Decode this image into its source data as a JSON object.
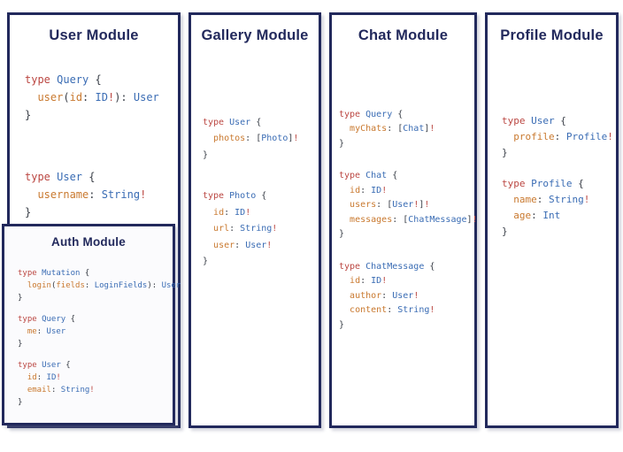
{
  "palette": {
    "navy": "#22295c",
    "keyword_red": "#bb4742",
    "type_blue": "#3a6cb4",
    "field_orange": "#c9792f",
    "punctuation_dark": "#3b4049"
  },
  "modules": [
    {
      "key": "user",
      "title": "User Module",
      "blocks": [
        [
          [
            [
              "kw",
              "type "
            ],
            [
              "ty",
              "Query "
            ],
            [
              "pu",
              "{"
            ]
          ],
          [
            [
              "pu",
              "  "
            ],
            [
              "fl",
              "user"
            ],
            [
              "pu",
              "("
            ],
            [
              "fl",
              "id"
            ],
            [
              "pu",
              ": "
            ],
            [
              "ty",
              "ID"
            ],
            [
              "kw",
              "!"
            ],
            [
              "pu",
              "): "
            ],
            [
              "ty",
              "User"
            ]
          ],
          [
            [
              "pu",
              "}"
            ]
          ]
        ],
        [
          [
            [
              "kw",
              "type "
            ],
            [
              "ty",
              "User "
            ],
            [
              "pu",
              "{"
            ]
          ],
          [
            [
              "pu",
              "  "
            ],
            [
              "fl",
              "username"
            ],
            [
              "pu",
              ": "
            ],
            [
              "ty",
              "String"
            ],
            [
              "kw",
              "!"
            ]
          ],
          [
            [
              "pu",
              "}"
            ]
          ]
        ]
      ]
    },
    {
      "key": "auth",
      "title": "Auth Module",
      "blocks": [
        [
          [
            [
              "kw",
              "type "
            ],
            [
              "ty",
              "Mutation "
            ],
            [
              "pu",
              "{"
            ]
          ],
          [
            [
              "pu",
              "  "
            ],
            [
              "fl",
              "login"
            ],
            [
              "pu",
              "("
            ],
            [
              "fl",
              "fields"
            ],
            [
              "pu",
              ": "
            ],
            [
              "ty",
              "LoginFields"
            ],
            [
              "pu",
              "): "
            ],
            [
              "ty",
              "User"
            ]
          ],
          [
            [
              "pu",
              "}"
            ]
          ]
        ],
        [
          [
            [
              "kw",
              "type "
            ],
            [
              "ty",
              "Query "
            ],
            [
              "pu",
              "{"
            ]
          ],
          [
            [
              "pu",
              "  "
            ],
            [
              "fl",
              "me"
            ],
            [
              "pu",
              ": "
            ],
            [
              "ty",
              "User"
            ]
          ],
          [
            [
              "pu",
              "}"
            ]
          ]
        ],
        [
          [
            [
              "kw",
              "type "
            ],
            [
              "ty",
              "User "
            ],
            [
              "pu",
              "{"
            ]
          ],
          [
            [
              "pu",
              "  "
            ],
            [
              "fl",
              "id"
            ],
            [
              "pu",
              ": "
            ],
            [
              "ty",
              "ID"
            ],
            [
              "kw",
              "!"
            ]
          ],
          [
            [
              "pu",
              "  "
            ],
            [
              "fl",
              "email"
            ],
            [
              "pu",
              ": "
            ],
            [
              "ty",
              "String"
            ],
            [
              "kw",
              "!"
            ]
          ],
          [
            [
              "pu",
              "}"
            ]
          ]
        ]
      ]
    },
    {
      "key": "gallery",
      "title": "Gallery Module",
      "blocks": [
        [
          [
            [
              "kw",
              "type "
            ],
            [
              "ty",
              "User "
            ],
            [
              "pu",
              "{"
            ]
          ],
          [
            [
              "pu",
              "  "
            ],
            [
              "fl",
              "photos"
            ],
            [
              "pu",
              ": ["
            ],
            [
              "ty",
              "Photo"
            ],
            [
              "pu",
              "]"
            ],
            [
              "kw",
              "!"
            ]
          ],
          [
            [
              "pu",
              "}"
            ]
          ]
        ],
        [
          [
            [
              "kw",
              "type "
            ],
            [
              "ty",
              "Photo "
            ],
            [
              "pu",
              "{"
            ]
          ],
          [
            [
              "pu",
              "  "
            ],
            [
              "fl",
              "id"
            ],
            [
              "pu",
              ": "
            ],
            [
              "ty",
              "ID"
            ],
            [
              "kw",
              "!"
            ]
          ],
          [
            [
              "pu",
              "  "
            ],
            [
              "fl",
              "url"
            ],
            [
              "pu",
              ": "
            ],
            [
              "ty",
              "String"
            ],
            [
              "kw",
              "!"
            ]
          ],
          [
            [
              "pu",
              "  "
            ],
            [
              "fl",
              "user"
            ],
            [
              "pu",
              ": "
            ],
            [
              "ty",
              "User"
            ],
            [
              "kw",
              "!"
            ]
          ],
          [
            [
              "pu",
              "}"
            ]
          ]
        ]
      ]
    },
    {
      "key": "chat",
      "title": "Chat Module",
      "blocks": [
        [
          [
            [
              "kw",
              "type "
            ],
            [
              "ty",
              "Query "
            ],
            [
              "pu",
              "{"
            ]
          ],
          [
            [
              "pu",
              "  "
            ],
            [
              "fl",
              "myChats"
            ],
            [
              "pu",
              ": ["
            ],
            [
              "ty",
              "Chat"
            ],
            [
              "pu",
              "]"
            ],
            [
              "kw",
              "!"
            ]
          ],
          [
            [
              "pu",
              "}"
            ]
          ]
        ],
        [
          [
            [
              "kw",
              "type "
            ],
            [
              "ty",
              "Chat "
            ],
            [
              "pu",
              "{"
            ]
          ],
          [
            [
              "pu",
              "  "
            ],
            [
              "fl",
              "id"
            ],
            [
              "pu",
              ": "
            ],
            [
              "ty",
              "ID"
            ],
            [
              "kw",
              "!"
            ]
          ],
          [
            [
              "pu",
              "  "
            ],
            [
              "fl",
              "users"
            ],
            [
              "pu",
              ": ["
            ],
            [
              "ty",
              "User"
            ],
            [
              "kw",
              "!"
            ],
            [
              "pu",
              "]"
            ],
            [
              "kw",
              "!"
            ]
          ],
          [
            [
              "pu",
              "  "
            ],
            [
              "fl",
              "messages"
            ],
            [
              "pu",
              ": ["
            ],
            [
              "ty",
              "ChatMessage"
            ],
            [
              "pu",
              "]"
            ],
            [
              "kw",
              "!"
            ]
          ],
          [
            [
              "pu",
              "}"
            ]
          ]
        ],
        [
          [
            [
              "kw",
              "type "
            ],
            [
              "ty",
              "ChatMessage "
            ],
            [
              "pu",
              "{"
            ]
          ],
          [
            [
              "pu",
              "  "
            ],
            [
              "fl",
              "id"
            ],
            [
              "pu",
              ": "
            ],
            [
              "ty",
              "ID"
            ],
            [
              "kw",
              "!"
            ]
          ],
          [
            [
              "pu",
              "  "
            ],
            [
              "fl",
              "author"
            ],
            [
              "pu",
              ": "
            ],
            [
              "ty",
              "User"
            ],
            [
              "kw",
              "!"
            ]
          ],
          [
            [
              "pu",
              "  "
            ],
            [
              "fl",
              "content"
            ],
            [
              "pu",
              ": "
            ],
            [
              "ty",
              "String"
            ],
            [
              "kw",
              "!"
            ]
          ],
          [
            [
              "pu",
              "}"
            ]
          ]
        ]
      ]
    },
    {
      "key": "profile",
      "title": "Profile Module",
      "blocks": [
        [
          [
            [
              "kw",
              "type "
            ],
            [
              "ty",
              "User "
            ],
            [
              "pu",
              "{"
            ]
          ],
          [
            [
              "pu",
              "  "
            ],
            [
              "fl",
              "profile"
            ],
            [
              "pu",
              ": "
            ],
            [
              "ty",
              "Profile"
            ],
            [
              "kw",
              "!"
            ]
          ],
          [
            [
              "pu",
              "}"
            ]
          ]
        ],
        [
          [
            [
              "kw",
              "type "
            ],
            [
              "ty",
              "Profile "
            ],
            [
              "pu",
              "{"
            ]
          ],
          [
            [
              "pu",
              "  "
            ],
            [
              "fl",
              "name"
            ],
            [
              "pu",
              ": "
            ],
            [
              "ty",
              "String"
            ],
            [
              "kw",
              "!"
            ]
          ],
          [
            [
              "pu",
              "  "
            ],
            [
              "fl",
              "age"
            ],
            [
              "pu",
              ": "
            ],
            [
              "ty",
              "Int"
            ]
          ],
          [
            [
              "pu",
              "}"
            ]
          ]
        ]
      ]
    }
  ]
}
